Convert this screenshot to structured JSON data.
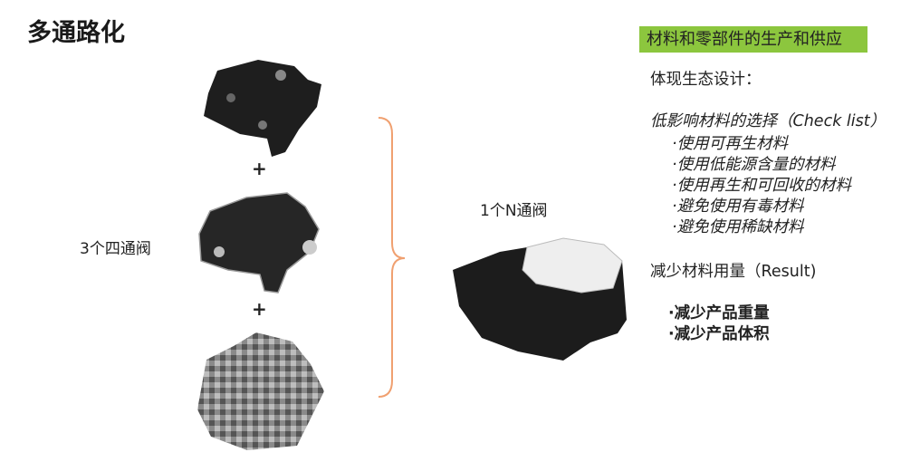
{
  "title": "多通路化",
  "left": {
    "label": "3个四通阀",
    "plus": "+"
  },
  "right_label": "1个N通阀",
  "panel": {
    "header": "材料和零部件的生产和供应",
    "intro": "体现生态设计：",
    "checklist_title": "低影响材料的选择（Check list）",
    "checklist": [
      "·使用可再生材料",
      "·使用低能源含量的材料",
      "·使用再生和可回收的材料",
      "·避免使用有毒材料",
      "·避免使用稀缺材料"
    ],
    "result_title": "减少材料用量（Result)",
    "results": [
      "·减少产品重量",
      "·减少产品体积"
    ]
  },
  "colors": {
    "header_bg": "#8cc63e",
    "bracket": "#f0a070"
  }
}
